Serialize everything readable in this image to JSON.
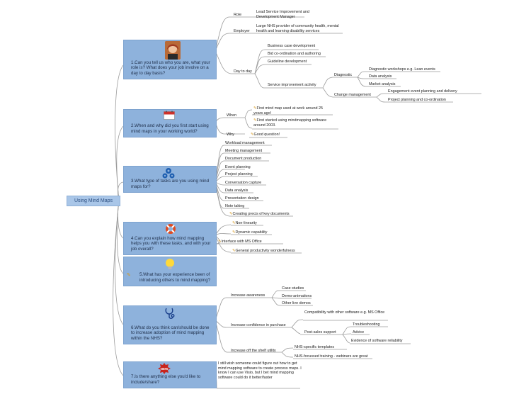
{
  "root": "Using Mind Maps",
  "q1": {
    "title": "1.Can you tell us who you are, what your role is? What does your job involve on a day to day basis?",
    "role_label": "Role",
    "role_value": "Lead Service Improvement and Development Manager",
    "employer_label": "Employer",
    "employer_value": "Large NHS provider of community health, mental health and learning disability services",
    "day_label": "Day to day",
    "day_items": [
      "Business case development",
      "Bid co-ordination and authoring",
      "Guideline development"
    ],
    "sia_label": "Service improvement activity",
    "diagnostic_label": "Diagnostic",
    "diagnostic_items": [
      "Diagnostic workshops e.g. Lean events",
      "Data analysis",
      "Market analysis"
    ],
    "change_label": "Change management",
    "change_items": [
      "Engagement event planning and delivery",
      "Project planning and co-ordination"
    ]
  },
  "q2": {
    "title": "2.When and why did you first start using mind maps in your working world?",
    "when_label": "When",
    "when_items": [
      "First mind map used at work around 25 years ago!",
      "First started using mindmapping software around 2003."
    ],
    "why_label": "Why",
    "why_value": "Good question!"
  },
  "q3": {
    "title": "3.What type of tasks are you using mind maps for?",
    "items": [
      "Workload management",
      "Meeting management",
      "Document production",
      "Event planning",
      "Project planning",
      "Conversation capture",
      "Data analysis",
      "Presentation design",
      "Note taking",
      "Creating precis of key documents"
    ]
  },
  "q4": {
    "title": "4.Can you explain how mind mapping helps you with these tasks, and with your job overall?",
    "items": [
      "Non-linearity",
      "Dynamic capability",
      "Interface with MS Office",
      "General productivity wonderfulness"
    ]
  },
  "q5": {
    "title": "5.What has your experience been of introducing others to mind mapping?"
  },
  "q6": {
    "title": "6.What do you think can/should be done to increase adoption of mind mapping within the NHS?",
    "awareness_label": "Increase awareness",
    "awareness_items": [
      "Case studies",
      "Demo-animations",
      "Other live demos"
    ],
    "confidence_label": "Increase confidence in purchase",
    "compat": "Compatibility with other software e.g. MS Office",
    "postsale_label": "Post-sales support",
    "postsale_items": [
      "Troubleshooting",
      "Advice",
      "Evidence of software reliability"
    ],
    "shelf_label": "Increase off the shelf utility",
    "shelf_items": [
      "NHS-specific templates",
      "NHS-focussed training - webinars are great"
    ]
  },
  "q7": {
    "title": "7.Is there anything else you'd like to include/share?",
    "note": "I still wish someone could figure out how to get mind mapping software to create process maps. I know I can use Visio, but I bet mind mapping software could do it better/faster",
    "new_badge": "NEW"
  },
  "colors": {
    "node_fill": "#8eb2dc",
    "root_fill": "#a9c6e8",
    "line": "#9a9a9a"
  },
  "icons": [
    "user-photo-icon",
    "calendar-icon",
    "gears-icon",
    "lifebuoy-icon",
    "lightbulb-icon",
    "stethoscope-icon",
    "new-badge-icon",
    "pencil-icon"
  ]
}
